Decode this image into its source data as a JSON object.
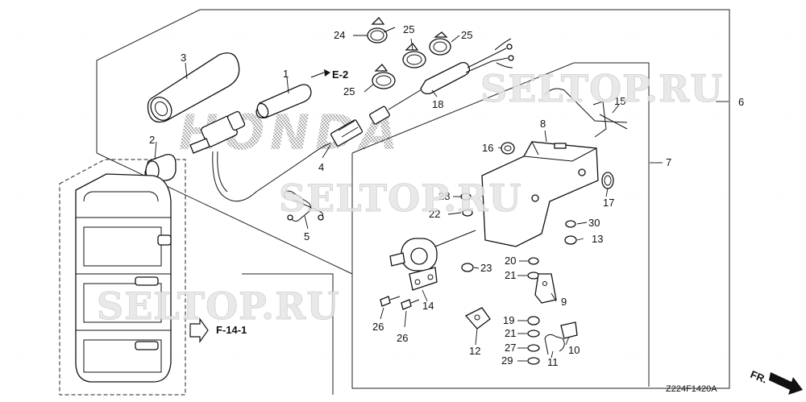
{
  "watermarks": [
    "SELTOP.RU",
    "SELTOP.RU",
    "SELTOP.RU"
  ],
  "logo_text": "HONDA",
  "references": {
    "e2": "E-2",
    "f141": "F-14-1",
    "fr": "FR."
  },
  "diagram_code": "Z224F1420A",
  "callouts": {
    "c1": "1",
    "c2": "2",
    "c3": "3",
    "c4": "4",
    "c5": "5",
    "c6": "6",
    "c7": "7",
    "c8": "8",
    "c9": "9",
    "c10": "10",
    "c11": "11",
    "c12": "12",
    "c13": "13",
    "c14": "14",
    "c15": "15",
    "c16": "16",
    "c17": "17",
    "c18": "18",
    "c19": "19",
    "c20": "20",
    "c21a": "21",
    "c21b": "21",
    "c22": "22",
    "c23": "23",
    "c24": "24",
    "c25a": "25",
    "c25b": "25",
    "c25c": "25",
    "c26a": "26",
    "c26b": "26",
    "c27": "27",
    "c28": "28",
    "c29": "29",
    "c30": "30"
  }
}
